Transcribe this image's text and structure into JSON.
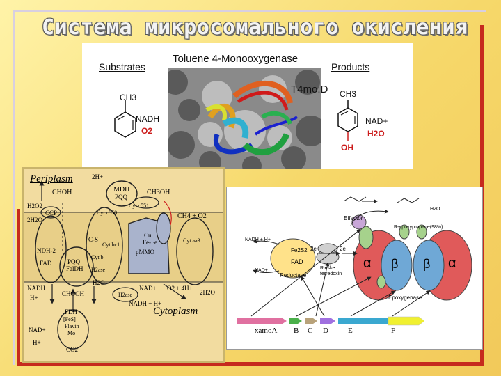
{
  "slide": {
    "title": "Система микросомального окисления"
  },
  "top_figure": {
    "substrates_label": "Substrates",
    "enzyme_label": "Toluene 4-Monooxygenase",
    "products_label": "Products",
    "protein_label": "T4mo.D",
    "substrate_ch3": "CH3",
    "nadh": "NADH",
    "o2": "O2",
    "product_ch3": "CH3",
    "nad_plus": "NAD+",
    "h2o": "H2O",
    "oh": "OH"
  },
  "left_diagram": {
    "periplasm": "Periplasm",
    "cytoplasm": "Cytoplasm",
    "labels": [
      "2H+",
      "CHOH",
      "MDH",
      "PQQ",
      "CH3OH",
      "H2O2",
      "CCP",
      "Cyt.c551",
      "Cyt.c550",
      "2H2O",
      "CH4 + O2",
      "NDH-2",
      "FAD",
      "C-S",
      "PQQ",
      "FalDH",
      "Cyt.b",
      "H2ase",
      "Cyt.bc1",
      "Cu",
      "Fe-Fe",
      "pMMO",
      "Cyt.aa3",
      "NADH",
      "H+",
      "CHOOH",
      "H2O",
      "NAD+",
      "O2 + 4H+",
      "2H2O",
      "H2ase",
      "NADH + H+",
      "FDH",
      "[FeS]",
      "Flavin",
      "Mo",
      "CO2",
      "NAD+",
      "H+"
    ]
  },
  "right_diagram": {
    "effector": "Effector",
    "epoxypropane": "R-epoxypropane(98%)",
    "nadh_h": "NADH + H+",
    "nad_plus": "NAD+",
    "reductase": "Reductase",
    "fes": "Fe2S2",
    "fad": "FAD",
    "rieske": "Rieske",
    "ferredoxin": "ferredoxin",
    "two_e1": "2e",
    "two_e2": "2e",
    "alpha": "α",
    "beta": "β",
    "epoxygenase": "Epoxygenase",
    "h2o": "H2O",
    "genes": [
      "xamoA",
      "B",
      "C",
      "D",
      "E",
      "F"
    ]
  }
}
